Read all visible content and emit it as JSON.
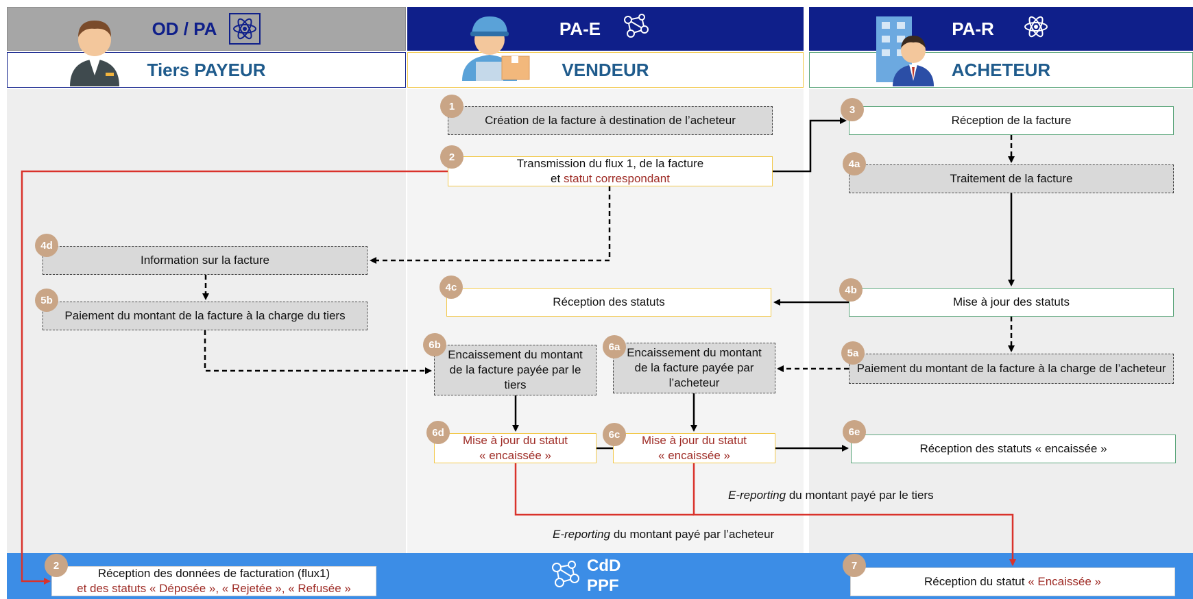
{
  "lanes": {
    "left": {
      "title": "OD / PA",
      "subtitle": "Tiers PAYEUR"
    },
    "middle": {
      "title": "PA-E",
      "subtitle": "VENDEUR"
    },
    "right": {
      "title": "PA-R",
      "subtitle": "ACHETEUR"
    }
  },
  "bottom": {
    "title_line1": "CdD",
    "title_line2": "PPF"
  },
  "colors": {
    "navy": "#0f1f8a",
    "grey_header": "#a6a6a6",
    "bottom_bar": "#3c8de6",
    "red": "#9e2b25",
    "badge": "#c9a586"
  },
  "steps": {
    "s1": {
      "badge": "1",
      "text": "Création de la facture à destination de l’acheteur"
    },
    "s2": {
      "badge": "2",
      "line1": "Transmission du flux 1, de la facture",
      "line2_prefix": "et ",
      "line2_red": "statut correspondant"
    },
    "s3": {
      "badge": "3",
      "text": "Réception de la facture"
    },
    "s4a": {
      "badge": "4a",
      "text": "Traitement de la facture"
    },
    "s4b": {
      "badge": "4b",
      "text": "Mise à jour des statuts"
    },
    "s4c": {
      "badge": "4c",
      "text": "Réception des statuts"
    },
    "s4d": {
      "badge": "4d",
      "text": "Information sur la facture"
    },
    "s5a": {
      "badge": "5a",
      "text": "Paiement du montant de la facture à la charge de l’acheteur"
    },
    "s5b": {
      "badge": "5b",
      "text": "Paiement du montant de la facture à la charge du tiers"
    },
    "s6a": {
      "badge": "6a",
      "text": "Encaissement du montant de la facture payée par l’acheteur"
    },
    "s6b": {
      "badge": "6b",
      "text": "Encaissement du montant de la facture payée par le tiers"
    },
    "s6c": {
      "badge": "6c",
      "line1": "Mise à jour du statut",
      "line2": "« encaissée »"
    },
    "s6d": {
      "badge": "6d",
      "line1": "Mise à jour du statut",
      "line2": "« encaissée »"
    },
    "s6e": {
      "badge": "6e",
      "text": "Réception des statuts « encaissée »"
    },
    "s7": {
      "badge": "7",
      "prefix": "Réception du statut ",
      "red": "« Encaissée »"
    },
    "s2b": {
      "badge": "2",
      "line1": "Réception des données de facturation (flux1)",
      "line2_red": "et des statuts « Déposée », « Rejetée », « Refusée »"
    }
  },
  "labels": {
    "ereport_tiers_italic": "E-reporting",
    "ereport_tiers_rest": " du montant payé par le tiers",
    "ereport_acheteur_italic": "E-reporting",
    "ereport_acheteur_rest": " du montant payé par l’acheteur"
  },
  "icons": [
    "atom-icon",
    "network-icon",
    "atom-icon",
    "person-icon",
    "delivery-person-icon",
    "building-person-icon",
    "network-icon"
  ]
}
